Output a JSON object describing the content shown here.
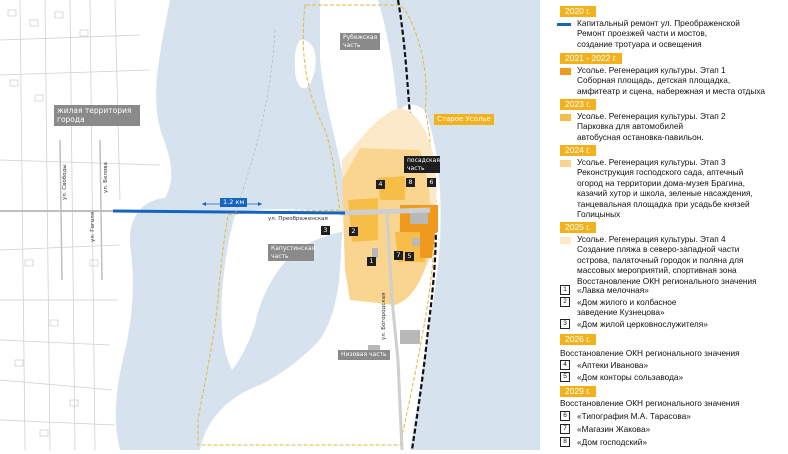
{
  "map": {
    "labels": {
      "residential": "жилая территория города",
      "rubezhnaya": "Рубежская часть",
      "staroe_usolye": "Старое Усолье",
      "posadskaya": "посадская часть",
      "kapustinskaya": "Капустинская часть",
      "nizovaya": "Низовая часть",
      "scale": "1.2 км"
    },
    "streets": {
      "svobody": "ул. Свободы",
      "belova": "ул. Белова",
      "gogolya": "ул. Гоголя",
      "preobrazhenskaya": "ул. Преображенская",
      "bogorodskaya": "ул. Богородская"
    },
    "markers": [
      "1",
      "2",
      "3",
      "4",
      "5",
      "6",
      "7",
      "8"
    ],
    "colors": {
      "water": "#d6e3ee",
      "stage1": "#ef9a1f",
      "stage2": "#f6bd48",
      "stage3": "#f9d58f",
      "stage4": "#fce9c8",
      "road": "#1565c0",
      "boundary": "#e6b83a"
    }
  },
  "legend": {
    "y2020": "2020 г.",
    "road_repair": "Капитальный ремонт ул. Преображенской\nРемонт проезжей части и мостов,\nсоздание тротуара и освещения",
    "y2021": "2021 - 2022 г.",
    "stage1": "Усолье. Регенерация культуры. Этап 1\nСоборная площадь, детская площадка,\nамфитеатр и сцена, набережная и места отдыха",
    "y2023": "2023 г.",
    "stage2": "Усолье. Регенерация культуры. Этап 2\nПарковка для автомобилей\nавтобусная остановка-павильон.",
    "y2024": "2024 г.",
    "stage3": "Усолье. Регенерация культуры. Этап 3\nРеконструкция господского сада, аптечный\nогород на территории дома-музея Брагина,\nказачий хутор и школа, зеленые насаждения,\nтанцевальная площадка при усадьбе князей\nГолицыных",
    "y2025": "2025 г.",
    "stage4": "Усолье. Регенерация культуры. Этап 4\nСоздание пляжа в северо-западной части\nострова, палаточный городок и поляна для\nмассовых мероприятий, спортивная зона\nВосстановление ОКН регионального значения",
    "items2025": [
      {
        "num": "1",
        "text": "«Лавка мелочная»"
      },
      {
        "num": "2",
        "text": "«Дом жилого и колбасное\nзаведение Кузнецова»"
      },
      {
        "num": "3",
        "text": "«Дом жилой церковнослужителя»"
      }
    ],
    "y2026": "2026 г.",
    "okn2026": "Восстановление ОКН регионального значения",
    "items2026": [
      {
        "num": "4",
        "text": "«Аптеки Иванова»"
      },
      {
        "num": "5",
        "text": "«Дом конторы сользавода»"
      }
    ],
    "y2029": "2029 г.",
    "okn2029": "Восстановление ОКН регионального значения",
    "items2029": [
      {
        "num": "6",
        "text": "«Типография М.А. Тарасова»"
      },
      {
        "num": "7",
        "text": "«Магазин Жакова»"
      },
      {
        "num": "8",
        "text": "«Дом господский»"
      }
    ]
  }
}
